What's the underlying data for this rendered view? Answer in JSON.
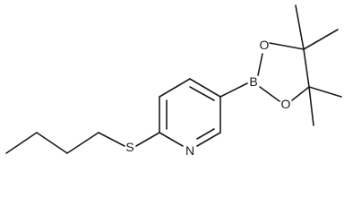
{
  "molecule": {
    "atoms": [
      {
        "id": "S",
        "symbol": "S"
      },
      {
        "id": "N",
        "symbol": "N"
      },
      {
        "id": "B",
        "symbol": "B"
      },
      {
        "id": "O1",
        "symbol": "O"
      },
      {
        "id": "O2",
        "symbol": "O"
      }
    ]
  }
}
